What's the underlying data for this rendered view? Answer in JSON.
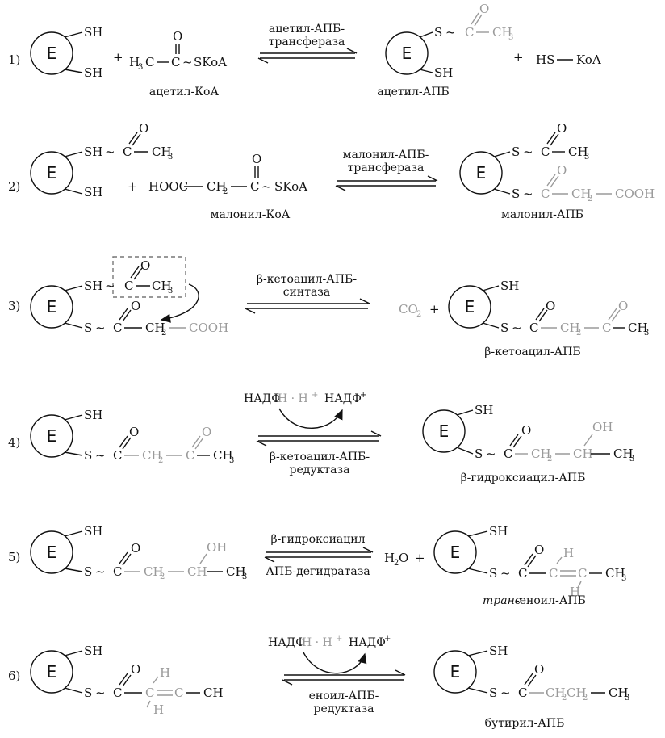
{
  "enzyme_letter": "E",
  "groups": {
    "sh": "SH",
    "s": "S",
    "tilde": "~",
    "c": "C",
    "o": "O",
    "ch2": "CH",
    "ch3": "CH",
    "two": "2",
    "three": "3",
    "cooh": "COOH",
    "oh": "OH",
    "ch": "CH",
    "h": "H",
    "plus": "+"
  },
  "reactions": [
    {
      "number": "1)",
      "reagent": "H",
      "reagent_sub": "3",
      "reagent_tail": "SKoA",
      "reagent_label": "ацетил-КоА",
      "enzyme_line1": "ацетил-АПБ-",
      "enzyme_line2": "трансфераза",
      "product_label": "ацетил-АПБ",
      "coproduct": "HS",
      "coproduct_tail": "KoA"
    },
    {
      "number": "2)",
      "reagent_head": "HOOC",
      "reagent_tail": "SKoA",
      "reagent_label": "малонил-КоА",
      "enzyme_line1": "малонил-АПБ-",
      "enzyme_line2": "трансфераза",
      "product_label": "малонил-АПБ"
    },
    {
      "number": "3)",
      "enzyme_line1": "β-кетоацил-АПБ-",
      "enzyme_line2": "синтаза",
      "coproduct": "CO",
      "coproduct_sub": "2",
      "product_label": "β-кетоацил-АПБ"
    },
    {
      "number": "4)",
      "cofactor_in": "НАДФ",
      "cofactor_in_tail": "Н · Н",
      "cofactor_out": "НАДФ",
      "enzyme_line1": "β-кетоацил-АПБ-",
      "enzyme_line2": "редуктаза",
      "product_label": "β-гидроксиацил-АПБ"
    },
    {
      "number": "5)",
      "enzyme_line1": "β-гидроксиацил",
      "enzyme_line2": "АПБ-дегидратаза",
      "coproduct": "H",
      "coproduct_sub": "2",
      "coproduct_tail": "O",
      "product_label_italic": "транс",
      "product_label": "-еноил-АПБ"
    },
    {
      "number": "6)",
      "cofactor_in": "НАДФ",
      "cofactor_in_tail": "Н · Н",
      "cofactor_out": "НАДФ",
      "enzyme_line1": "еноил-АПБ-",
      "enzyme_line2": "редуктаза",
      "product_label": "бутирил-АПБ"
    }
  ]
}
